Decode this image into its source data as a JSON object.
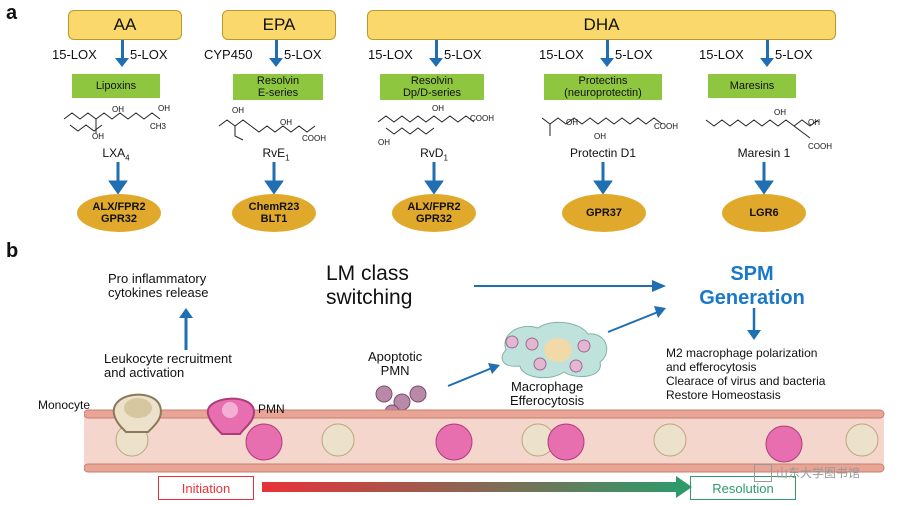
{
  "panel_a_label": "a",
  "panel_b_label": "b",
  "sources": {
    "aa": "AA",
    "epa": "EPA",
    "dha": "DHA"
  },
  "columns": [
    {
      "lox_left": "15-LOX",
      "lox_right": "5-LOX",
      "class": [
        "Lipoxins"
      ],
      "molecule": "LXA",
      "molecule_sub": "4",
      "receptor": [
        "ALX/FPR2",
        "GPR32"
      ]
    },
    {
      "lox_left": "CYP450",
      "lox_right": "5-LOX",
      "class": [
        "Resolvin",
        "E-series"
      ],
      "molecule": "RvE",
      "molecule_sub": "1",
      "receptor": [
        "ChemR23",
        "BLT1"
      ]
    },
    {
      "lox_left": "15-LOX",
      "lox_right": "5-LOX",
      "class": [
        "Resolvin",
        "Dp/D-series"
      ],
      "molecule": "RvD",
      "molecule_sub": "1",
      "receptor": [
        "ALX/FPR2",
        "GPR32"
      ]
    },
    {
      "lox_left": "15-LOX",
      "lox_right": "5-LOX",
      "class": [
        "Protectins",
        "(neuroprotectin)"
      ],
      "molecule": "Protectin D1",
      "molecule_sub": "",
      "receptor": [
        "GPR37"
      ]
    },
    {
      "lox_left": "15-LOX",
      "lox_right": "5-LOX",
      "class": [
        "Maresins"
      ],
      "molecule": "Maresin 1",
      "molecule_sub": "",
      "receptor": [
        "LGR6"
      ]
    }
  ],
  "mol_labels": {
    "oh": "OH",
    "cooh": "COOH",
    "ch3": "CH3"
  },
  "panel_b": {
    "pro_inflammatory": [
      "Pro  inflammatory",
      "cytokines release"
    ],
    "leukocyte": [
      "Leukocyte recruitment",
      "and activation"
    ],
    "lm_class": [
      "LM class",
      "switching"
    ],
    "spm": [
      "SPM",
      "Generation"
    ],
    "apoptotic": [
      "Apoptotic",
      "PMN"
    ],
    "macrophage": [
      "Macrophage",
      "Efferocytosis"
    ],
    "outcomes": [
      "M2 macrophage polarization",
      "and efferocytosis",
      "Clearace of virus and bacteria",
      "Restore Homeostasis"
    ],
    "monocyte": "Monocyte",
    "pmn": "PMN",
    "initiation": "Initiation",
    "resolution": "Resolution",
    "watermark": "山东大学图书馆"
  },
  "colors": {
    "arrow": "#1f6fb2",
    "green_box": "#8ec63f",
    "receptor": "#e1a92c",
    "source": "#fbd86b",
    "spm": "#1b78c8",
    "initiation": "#e8323a",
    "resolution": "#2e9a6a"
  }
}
